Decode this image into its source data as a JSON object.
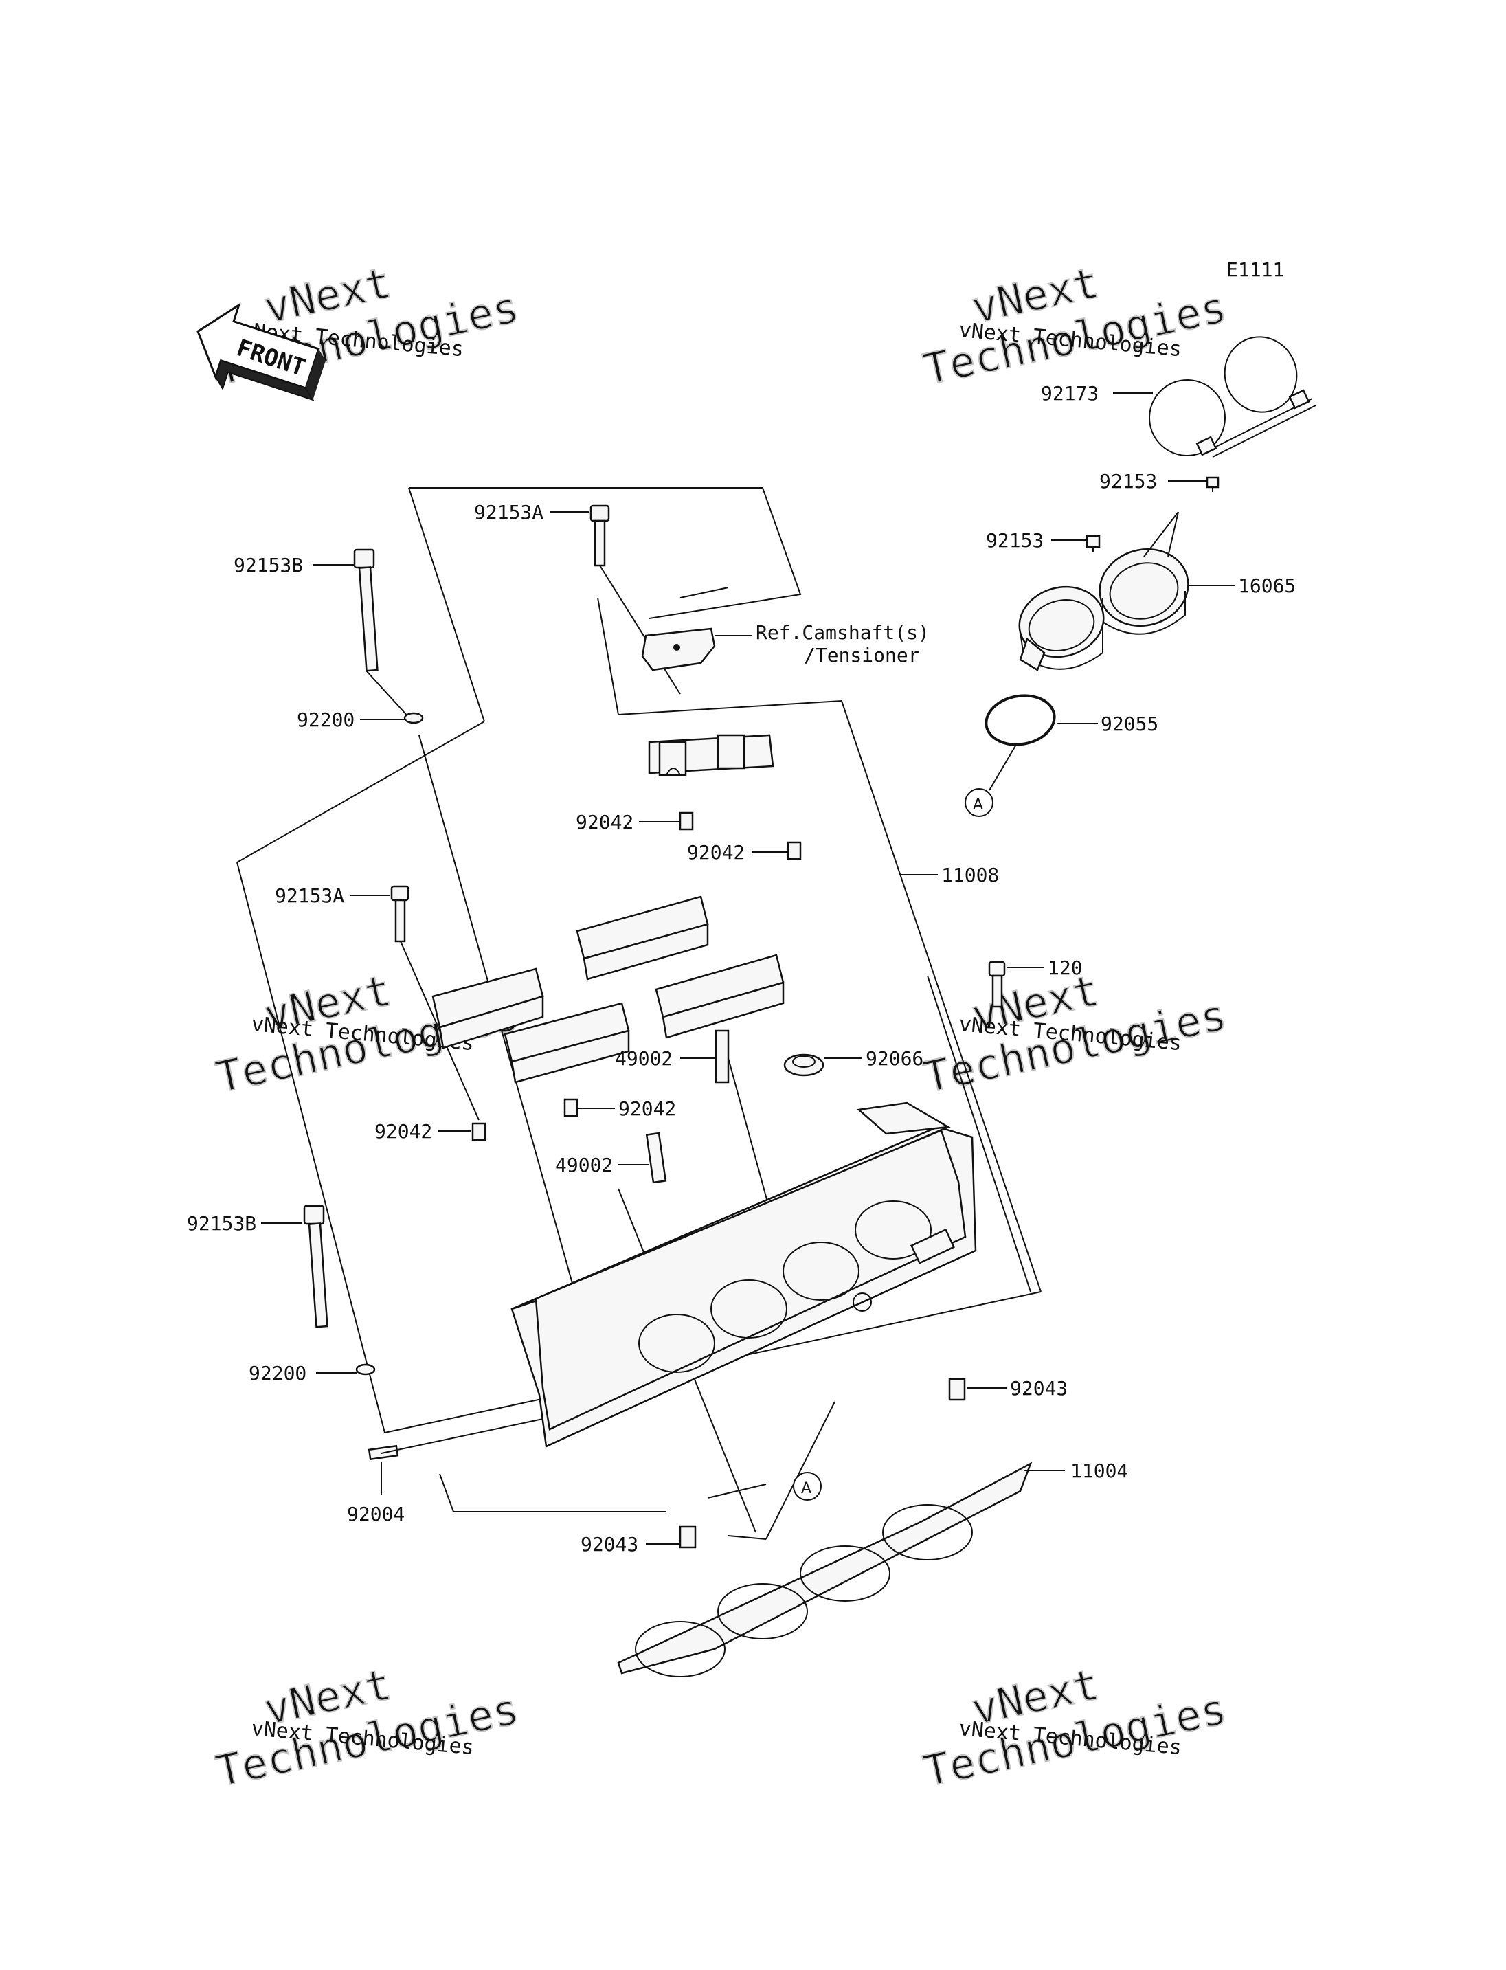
{
  "diagram_code": "E1111",
  "front_badge": "FRONT",
  "ref_note": {
    "line1": "Ref.Camshaft(s)",
    "line2": "/Tensioner"
  },
  "callouts": {
    "p92173": "92173",
    "p92153_top": "92153",
    "p92153_mid": "92153",
    "p16065": "16065",
    "p92055": "92055",
    "p92153A_top": "92153A",
    "p92153B_top": "92153B",
    "p92200_top": "92200",
    "p92042_a": "92042",
    "p92042_b": "92042",
    "p11008": "11008",
    "p92153A_mid": "92153A",
    "p120": "120",
    "p49002_a": "49002",
    "p92066": "92066",
    "p92042_c": "92042",
    "p92042_d": "92042",
    "p49002_b": "49002",
    "p92153B_bot": "92153B",
    "p92200_bot": "92200",
    "p92043_right": "92043",
    "p11004": "11004",
    "p92004": "92004",
    "p92043_bot": "92043"
  },
  "markers": {
    "a_top": "A",
    "a_bottom": "A"
  },
  "watermark": {
    "line_small": "vNext Technologies",
    "big_1": "vNext",
    "big_2": "Technologies"
  }
}
